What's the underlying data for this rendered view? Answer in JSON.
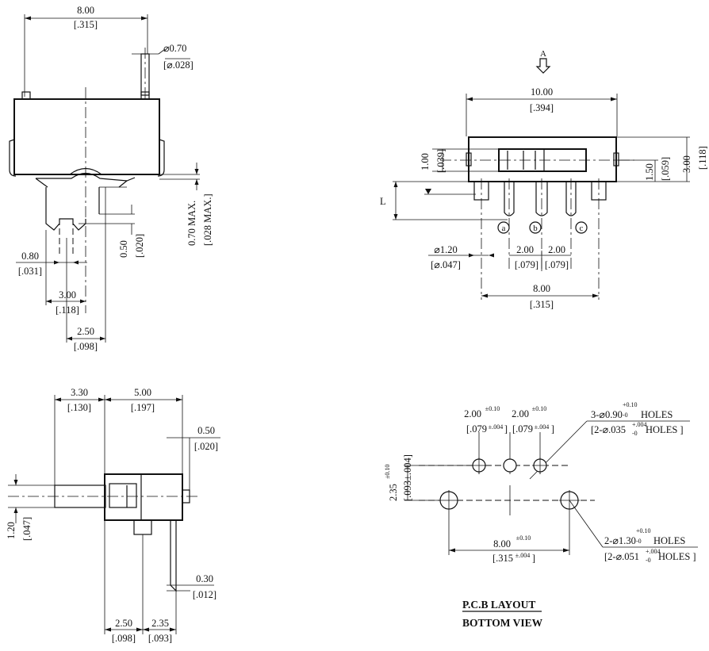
{
  "top_left_view": {
    "width_mm": "8.00",
    "width_in": "[.315]",
    "pin_dia_mm": "⌀0.70",
    "pin_dia_in": "[⌀.028]",
    "offset_max_mm": "0.70 MAX.",
    "offset_max_in": "[.028 MAX.]",
    "step_mm": "0.50",
    "step_in": "[.020]",
    "pin_w_mm": "0.80",
    "pin_w_in": "[.031]",
    "pitch_a_mm": "3.00",
    "pitch_a_in": "[.118]",
    "pitch_b_mm": "2.50",
    "pitch_b_in": "[.098]"
  },
  "top_right_view": {
    "view_label": "A",
    "width_mm": "10.00",
    "width_in": "[.394]",
    "left_h_mm": "1.00",
    "left_h_in": "[.039]",
    "l_label": "L",
    "right_a_mm": "1.50",
    "right_a_in": "[.059]",
    "right_b_mm": "3.00",
    "right_b_in": "[.118]",
    "pin_labels": [
      "a",
      "b",
      "c"
    ],
    "hole_mm": "⌀1.20",
    "hole_in": "[⌀.047]",
    "pitch1_mm": "2.00",
    "pitch1_in": "[.079]",
    "pitch2_mm": "2.00",
    "pitch2_in": "[.079]",
    "span_mm": "8.00",
    "span_in": "[.315]"
  },
  "bottom_left_view": {
    "a_mm": "3.30",
    "a_in": "[.130]",
    "b_mm": "5.00",
    "b_in": "[.197]",
    "c_mm": "0.50",
    "c_in": "[.020]",
    "h_mm": "1.20",
    "h_in": "[.047]",
    "t_mm": "0.30",
    "t_in": "[.012]",
    "d_mm": "2.50",
    "d_in": "[.098]",
    "e_mm": "2.35",
    "e_in": "[.093]"
  },
  "pcb_layout": {
    "pitch1_mm": "2.00",
    "pitch1_tol": "±0.10",
    "pitch1_in": "[.079",
    "pitch1_in_tol": "±.004",
    "pitch1_in_end": "]",
    "pitch2_mm": "2.00",
    "pitch2_tol": "±0.10",
    "pitch2_in": "[.079",
    "pitch2_in_tol": "±.004",
    "pitch2_in_end": "]",
    "small_holes": "3-⌀0.90",
    "small_holes_tol_up": "+0.10",
    "small_holes_tol_down": "-0",
    "small_holes_word": "HOLES",
    "small_holes_in": "[2-⌀.035",
    "small_holes_in_tol_up": "+.004",
    "small_holes_in_tol_down": "-0",
    "small_holes_in_word": "HOLES ]",
    "vert_mm": "2.35",
    "vert_tol": "±0.10",
    "vert_in": "[.093±.004]",
    "span_mm": "8.00",
    "span_tol": "±0.10",
    "span_in": "[.315",
    "span_in_tol": "±.004",
    "span_in_end": "]",
    "big_holes": "2-⌀1.30",
    "big_holes_tol_up": "+0.10",
    "big_holes_tol_down": "-0",
    "big_holes_word": "HOLES",
    "big_holes_in": "[2-⌀.051",
    "big_holes_in_tol_up": "+.004",
    "big_holes_in_tol_down": "-0",
    "big_holes_in_word": "HOLES ]",
    "title1": "P.C.B LAYOUT",
    "title2": "BOTTOM VIEW"
  }
}
